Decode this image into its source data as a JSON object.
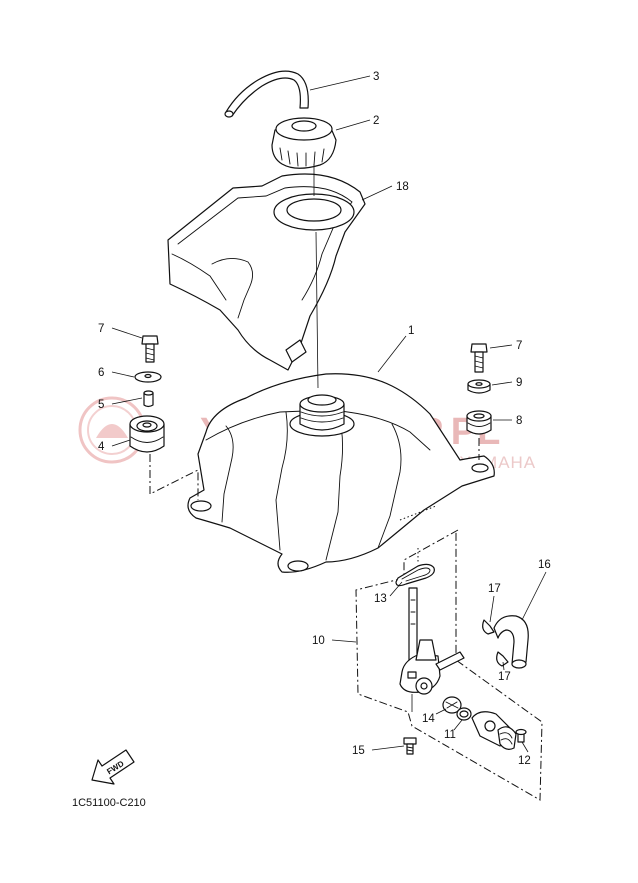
{
  "watermark": {
    "main_text": "YAMASKLEP.PL",
    "sub_text": "WOJCIECHOWICZ | DEALER YAMAHA"
  },
  "diagram_code": "1C51100-C210",
  "fwd_label": "FWD",
  "callouts": {
    "c1": "1",
    "c2": "2",
    "c3": "3",
    "c4": "4",
    "c5": "5",
    "c6": "6",
    "c7a": "7",
    "c7b": "7",
    "c8": "8",
    "c9": "9",
    "c10": "10",
    "c11": "11",
    "c12": "12",
    "c13": "13",
    "c14": "14",
    "c15": "15",
    "c16": "16",
    "c17a": "17",
    "c17b": "17",
    "c18": "18"
  }
}
